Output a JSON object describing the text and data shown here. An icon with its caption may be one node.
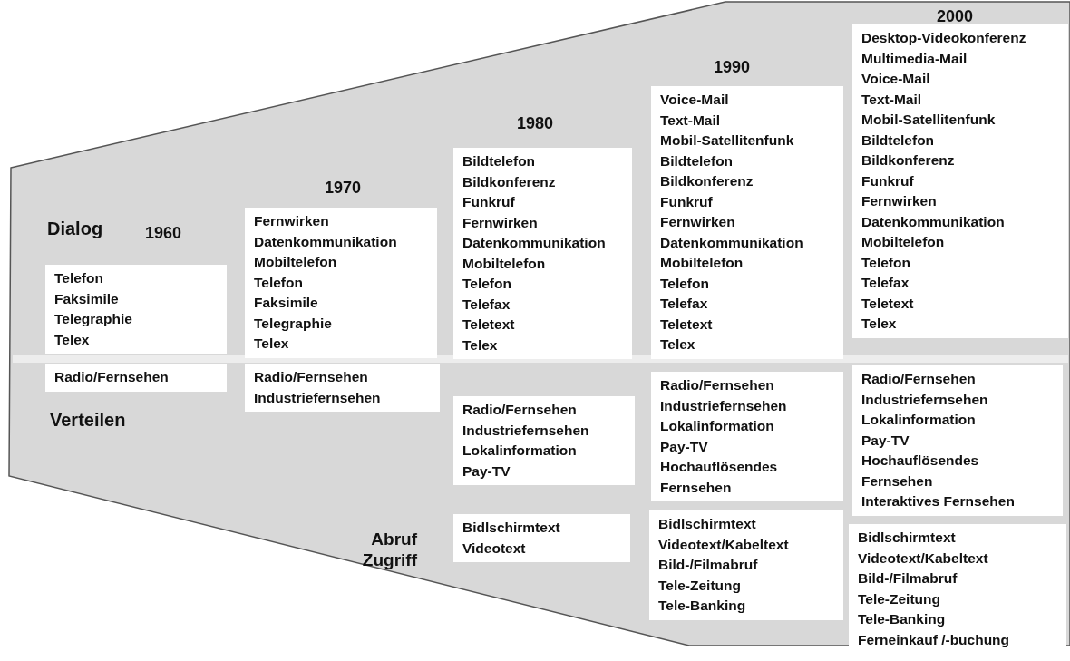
{
  "diagram": {
    "nodes": [
      {
        "text": [
          "Telefon",
          "Faksimile",
          "Telegraphie",
          "Telex"
        ]
      },
      {
        "text": [
          "Radio/Fernsehen"
        ]
      },
      {
        "text": [
          "Fernwirken",
          "Datenkommunikation",
          "Mobiltelefon",
          "Telefon",
          "Faksimile",
          "Telegraphie",
          "Telex"
        ]
      },
      {
        "text": [
          "Radio/Fernsehen",
          "Industriefernsehen"
        ]
      },
      {
        "text": [
          "Bildtelefon",
          "Bildkonferenz",
          "Funkruf",
          "Fernwirken",
          "Datenkommunikation",
          "Mobiltelefon",
          "Telefon",
          "Telefax",
          "Teletext",
          "Telex"
        ]
      },
      {
        "text": [
          "Radio/Fernsehen",
          "Industriefernsehen",
          "Lokalinformation",
          "Pay-TV"
        ]
      },
      {
        "text": [
          "Bidlschirmtext",
          "Videotext"
        ]
      },
      {
        "text": [
          "Voice-Mail",
          "Text-Mail",
          "Mobil-Satellitenfunk",
          "Bildtelefon",
          "Bildkonferenz",
          "Funkruf",
          "Fernwirken",
          "Datenkommunikation",
          "Mobiltelefon",
          "Telefon",
          "Telefax",
          "Teletext",
          "Telex"
        ]
      },
      {
        "text": [
          "Radio/Fernsehen",
          "Industriefernsehen",
          "Lokalinformation",
          "Pay-TV",
          "Hochauflösendes Fernsehen"
        ]
      },
      {
        "text": [
          "Bidlschirmtext",
          "Videotext/Kabeltext",
          "Bild-/Filmabruf",
          "Tele-Zeitung",
          "Tele-Banking"
        ]
      },
      {
        "text": [
          "Desktop-Videokonferenz",
          "Multimedia-Mail",
          "Voice-Mail",
          "Text-Mail",
          "Mobil-Satellitenfunk",
          "Bildtelefon",
          "Bildkonferenz",
          "Funkruf",
          "Fernwirken",
          "Datenkommunikation",
          "Mobiltelefon",
          "Telefon",
          "Telefax",
          "Teletext",
          "Telex"
        ]
      },
      {
        "text": [
          "Radio/Fernsehen",
          "Industriefernsehen",
          "Lokalinformation",
          "Pay-TV",
          "Hochauflösendes Fernsehen",
          "Interaktives Fernsehen"
        ]
      },
      {
        "text": [
          "Bidlschirmtext",
          "Videotext/Kabeltext",
          "Bild-/Filmabruf",
          "Tele-Zeitung",
          "Tele-Banking",
          "Ferneinkauf /-buchung"
        ]
      }
    ],
    "labels": [
      "2000",
      "1990",
      "1980",
      "1970",
      "Dialog",
      "1960",
      "Verteilen",
      "Abruf Zugriff"
    ]
  }
}
